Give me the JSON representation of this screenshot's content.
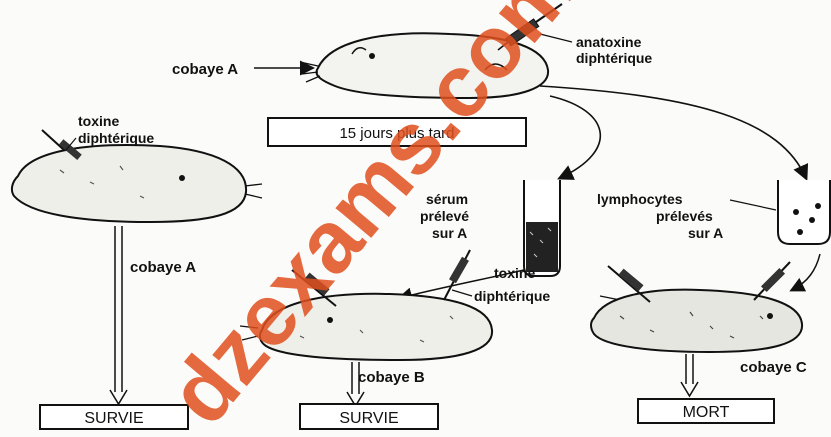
{
  "cobaye_a_top": "cobaye A",
  "anatoxine_line1": "anatoxine",
  "anatoxine_line2": "diphtérique",
  "delay_box": "15 jours plus tard",
  "toxine_a_line1": "toxine",
  "toxine_a_line2": "diphtérique",
  "cobaye_a_left": "cobaye A",
  "serum_line1": "sérum",
  "serum_line2": "prélevé",
  "serum_line3": "sur A",
  "lympho_line1": "lymphocytes",
  "lympho_line2": "prélevés",
  "lympho_line3": "sur A",
  "toxine_mid_line1": "toxine",
  "toxine_mid_line2": "diphtérique",
  "cobaye_b": "cobaye B",
  "cobaye_c": "cobaye C",
  "result_left": "SURVIE",
  "result_mid": "SURVIE",
  "result_right": "MORT",
  "watermark": "dzexams.com",
  "colors": {
    "ink": "#111111",
    "watermark": "#e0501e",
    "paper": "#fbfbf9"
  }
}
